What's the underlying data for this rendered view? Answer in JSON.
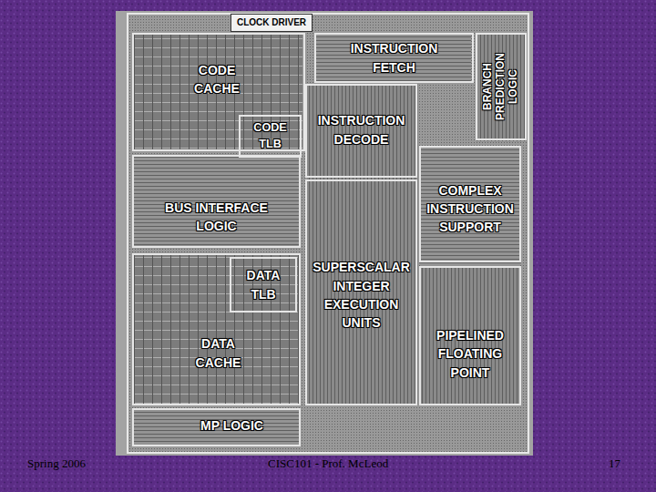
{
  "diagram": {
    "nodes": [
      {
        "text": [
          "CLOCK DRIVER"
        ]
      },
      {
        "text": [
          "CODE CACHE"
        ]
      },
      {
        "text": [
          "CODE TLB"
        ],
        "in": 1
      },
      {
        "text": [
          "INSTRUCTION FETCH"
        ]
      },
      {
        "text": [
          "BRANCH PREDICTION LOGIC"
        ]
      },
      {
        "text": [
          "INSTRUCTION DECODE"
        ]
      },
      {
        "text": [
          "BUS INTERFACE LOGIC"
        ]
      },
      {
        "text": [
          "COMPLEX INSTRUCTION SUPPORT"
        ]
      },
      {
        "text": [
          "DATA CACHE"
        ]
      },
      {
        "text": [
          "DATA TLB"
        ],
        "in": 8
      },
      {
        "text": [
          "SUPERSCALAR INTEGER EXECUTION UNITS"
        ]
      },
      {
        "text": [
          "PIPELINED FLOATING POINT"
        ]
      },
      {
        "text": [
          "MP LOGIC"
        ]
      }
    ],
    "labels": [
      "Spring 2006",
      "CISC101 - Prof. McLeod",
      "17"
    ]
  }
}
